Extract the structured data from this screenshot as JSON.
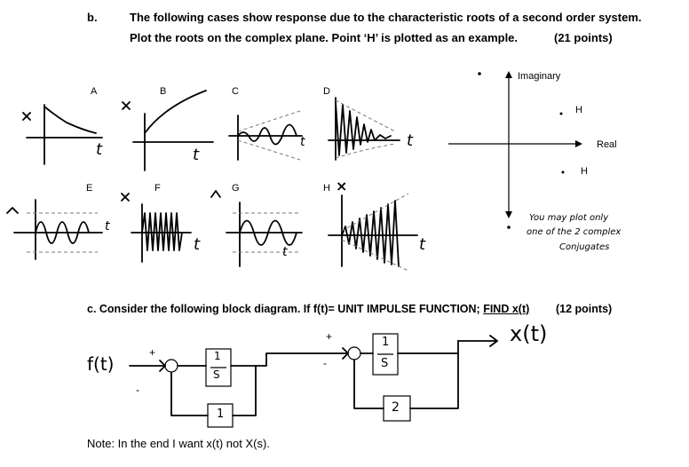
{
  "part_b": {
    "label": "b.",
    "line1": "The following cases show response due to the characteristic roots of a second order system.",
    "line2": "Plot the roots on the complex plane. Point ‘H’ is plotted as an example.",
    "points": "(21 points)"
  },
  "response_labels": {
    "A": "A",
    "B": "B",
    "C": "C",
    "D": "D",
    "E": "E",
    "F": "F",
    "G": "G",
    "H": "H"
  },
  "axis_t": "t",
  "complex_plane": {
    "imag_label": "Imaginary",
    "real_label": "Real",
    "point_upper": "H",
    "point_lower": "H"
  },
  "handwritten_note": {
    "line1": "You may plot only",
    "line2": "one of the 2 complex",
    "line3": "Conjugates"
  },
  "part_c": {
    "prefix": "c. Consider the following block diagram. If f(t)= UNIT IMPULSE FUNCTION; ",
    "find": "FIND x(t)",
    "points": "(12 points)"
  },
  "block_diagram": {
    "input": "f(t)",
    "output": "x(t)",
    "sum1_plus": "+",
    "sum1_minus": "-",
    "sum2_plus": "+",
    "sum2_minus": "-",
    "block1_num": "1",
    "block1_den": "S",
    "block2_num": "1",
    "block2_den": "S",
    "feedback1": "1",
    "feedback2": "2"
  },
  "note": "Note: In the end I want x(t) not X(s)."
}
